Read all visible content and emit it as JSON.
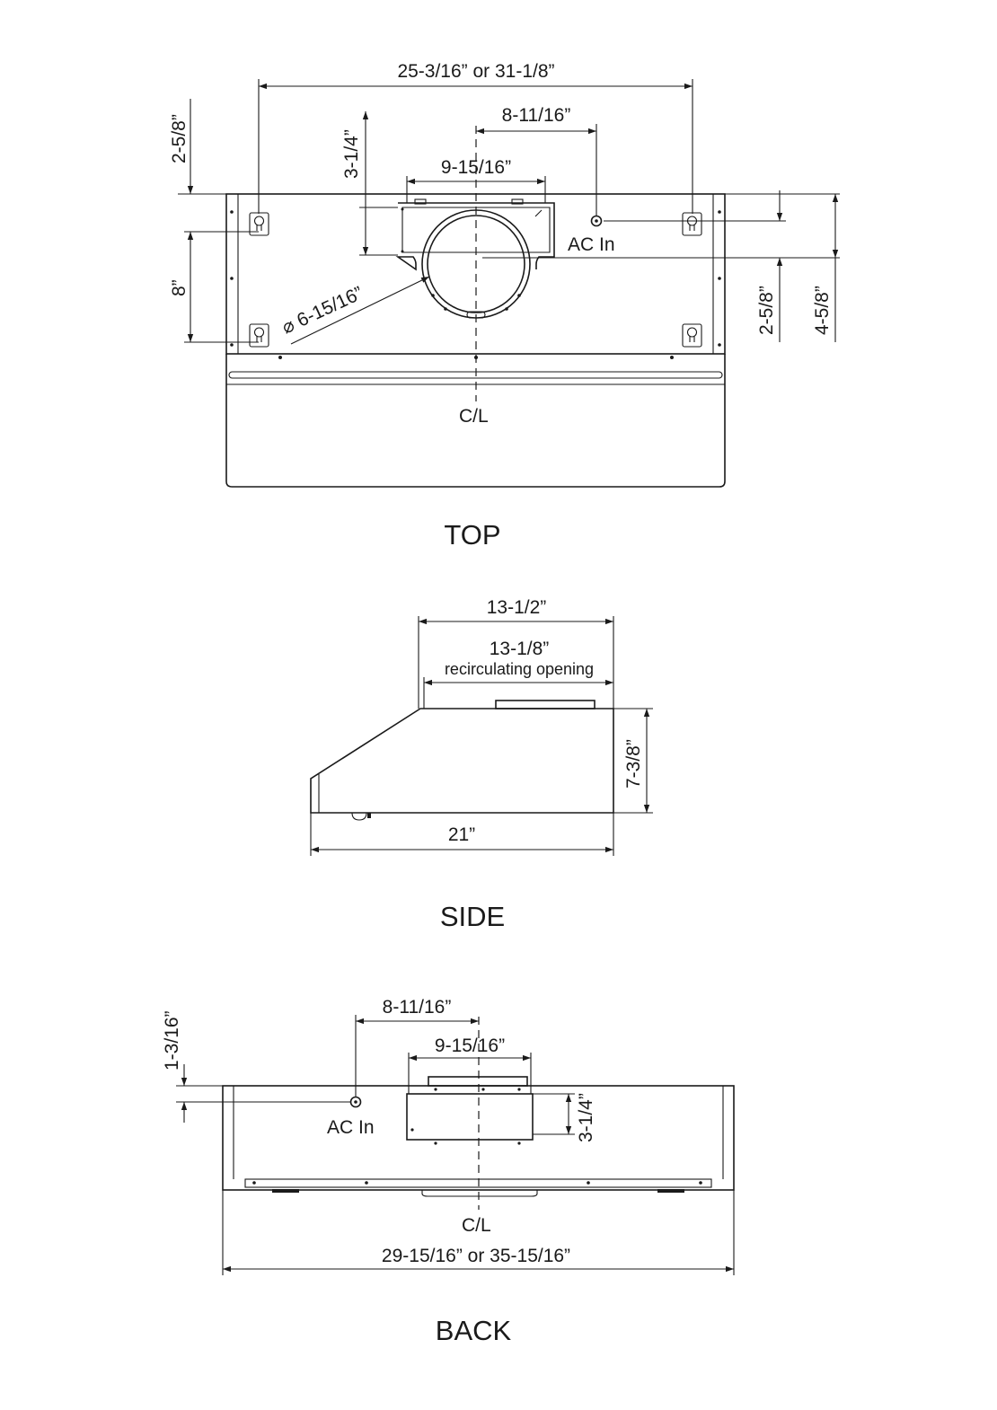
{
  "top": {
    "title": "TOP",
    "dim_overall_width": "25-3/16” or 31-1/8”",
    "dim_ac_offset": "8-11/16”",
    "dim_duct_plate_width": "9-15/16”",
    "dim_duct_plate_depth": "3-1/4”",
    "dim_back_to_hole": "2-5/8”",
    "dim_hole_spacing": "8”",
    "dim_duct_diameter": "⌀ 6-15/16”",
    "dim_back_to_ac": "2-5/8”",
    "dim_back_to_duct_center": "4-5/8”",
    "ac_label": "AC In",
    "centerline": "C/L"
  },
  "side": {
    "title": "SIDE",
    "dim_top_depth": "13-1/2”",
    "dim_recirc": "13-1/8”",
    "recirc_label": "recirculating opening",
    "dim_height": "7-3/8”",
    "dim_depth": "21”"
  },
  "back": {
    "title": "BACK",
    "dim_ac_offset": "8-11/16”",
    "dim_plate_width": "9-15/16”",
    "dim_ac_height": "1-3/16”",
    "dim_plate_height": "3-1/4”",
    "ac_label": "AC In",
    "centerline": "C/L",
    "dim_overall_width": "29-15/16” or 35-15/16”"
  }
}
